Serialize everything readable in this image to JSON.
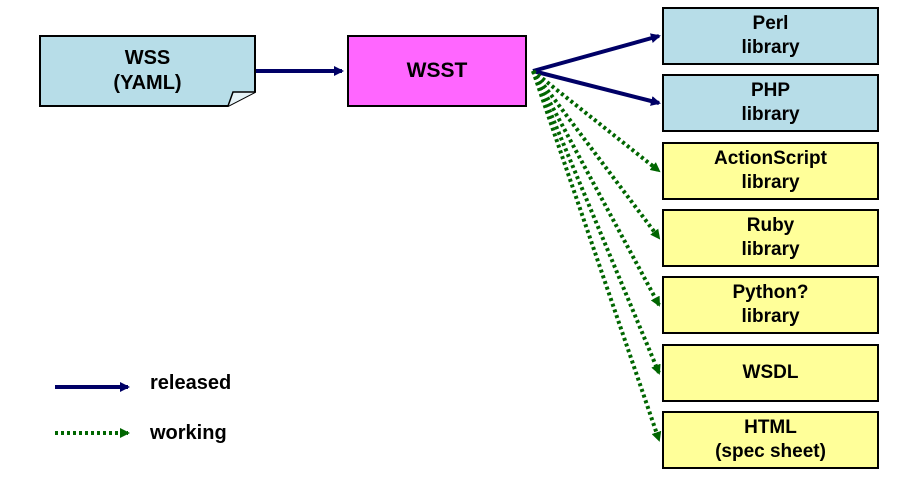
{
  "colors": {
    "source_fill": "#b7dde8",
    "wsst_fill": "#ff66ff",
    "released_fill": "#b7dde8",
    "working_fill": "#ffff99",
    "released_arrow": "#000066",
    "working_arrow": "#006600"
  },
  "source": {
    "line1": "WSS",
    "line2": "(YAML)"
  },
  "tool": {
    "label": "WSST"
  },
  "outputs": [
    {
      "line1": "Perl",
      "line2": "library",
      "status": "released"
    },
    {
      "line1": "PHP",
      "line2": "library",
      "status": "released"
    },
    {
      "line1": "ActionScript",
      "line2": "library",
      "status": "working"
    },
    {
      "line1": "Ruby",
      "line2": "library",
      "status": "working"
    },
    {
      "line1": "Python?",
      "line2": "library",
      "status": "working"
    },
    {
      "line1": "WSDL",
      "line2": "",
      "status": "working"
    },
    {
      "line1": "HTML",
      "line2": "(spec sheet)",
      "status": "working"
    }
  ],
  "legend": {
    "released": "released",
    "working": "working"
  }
}
